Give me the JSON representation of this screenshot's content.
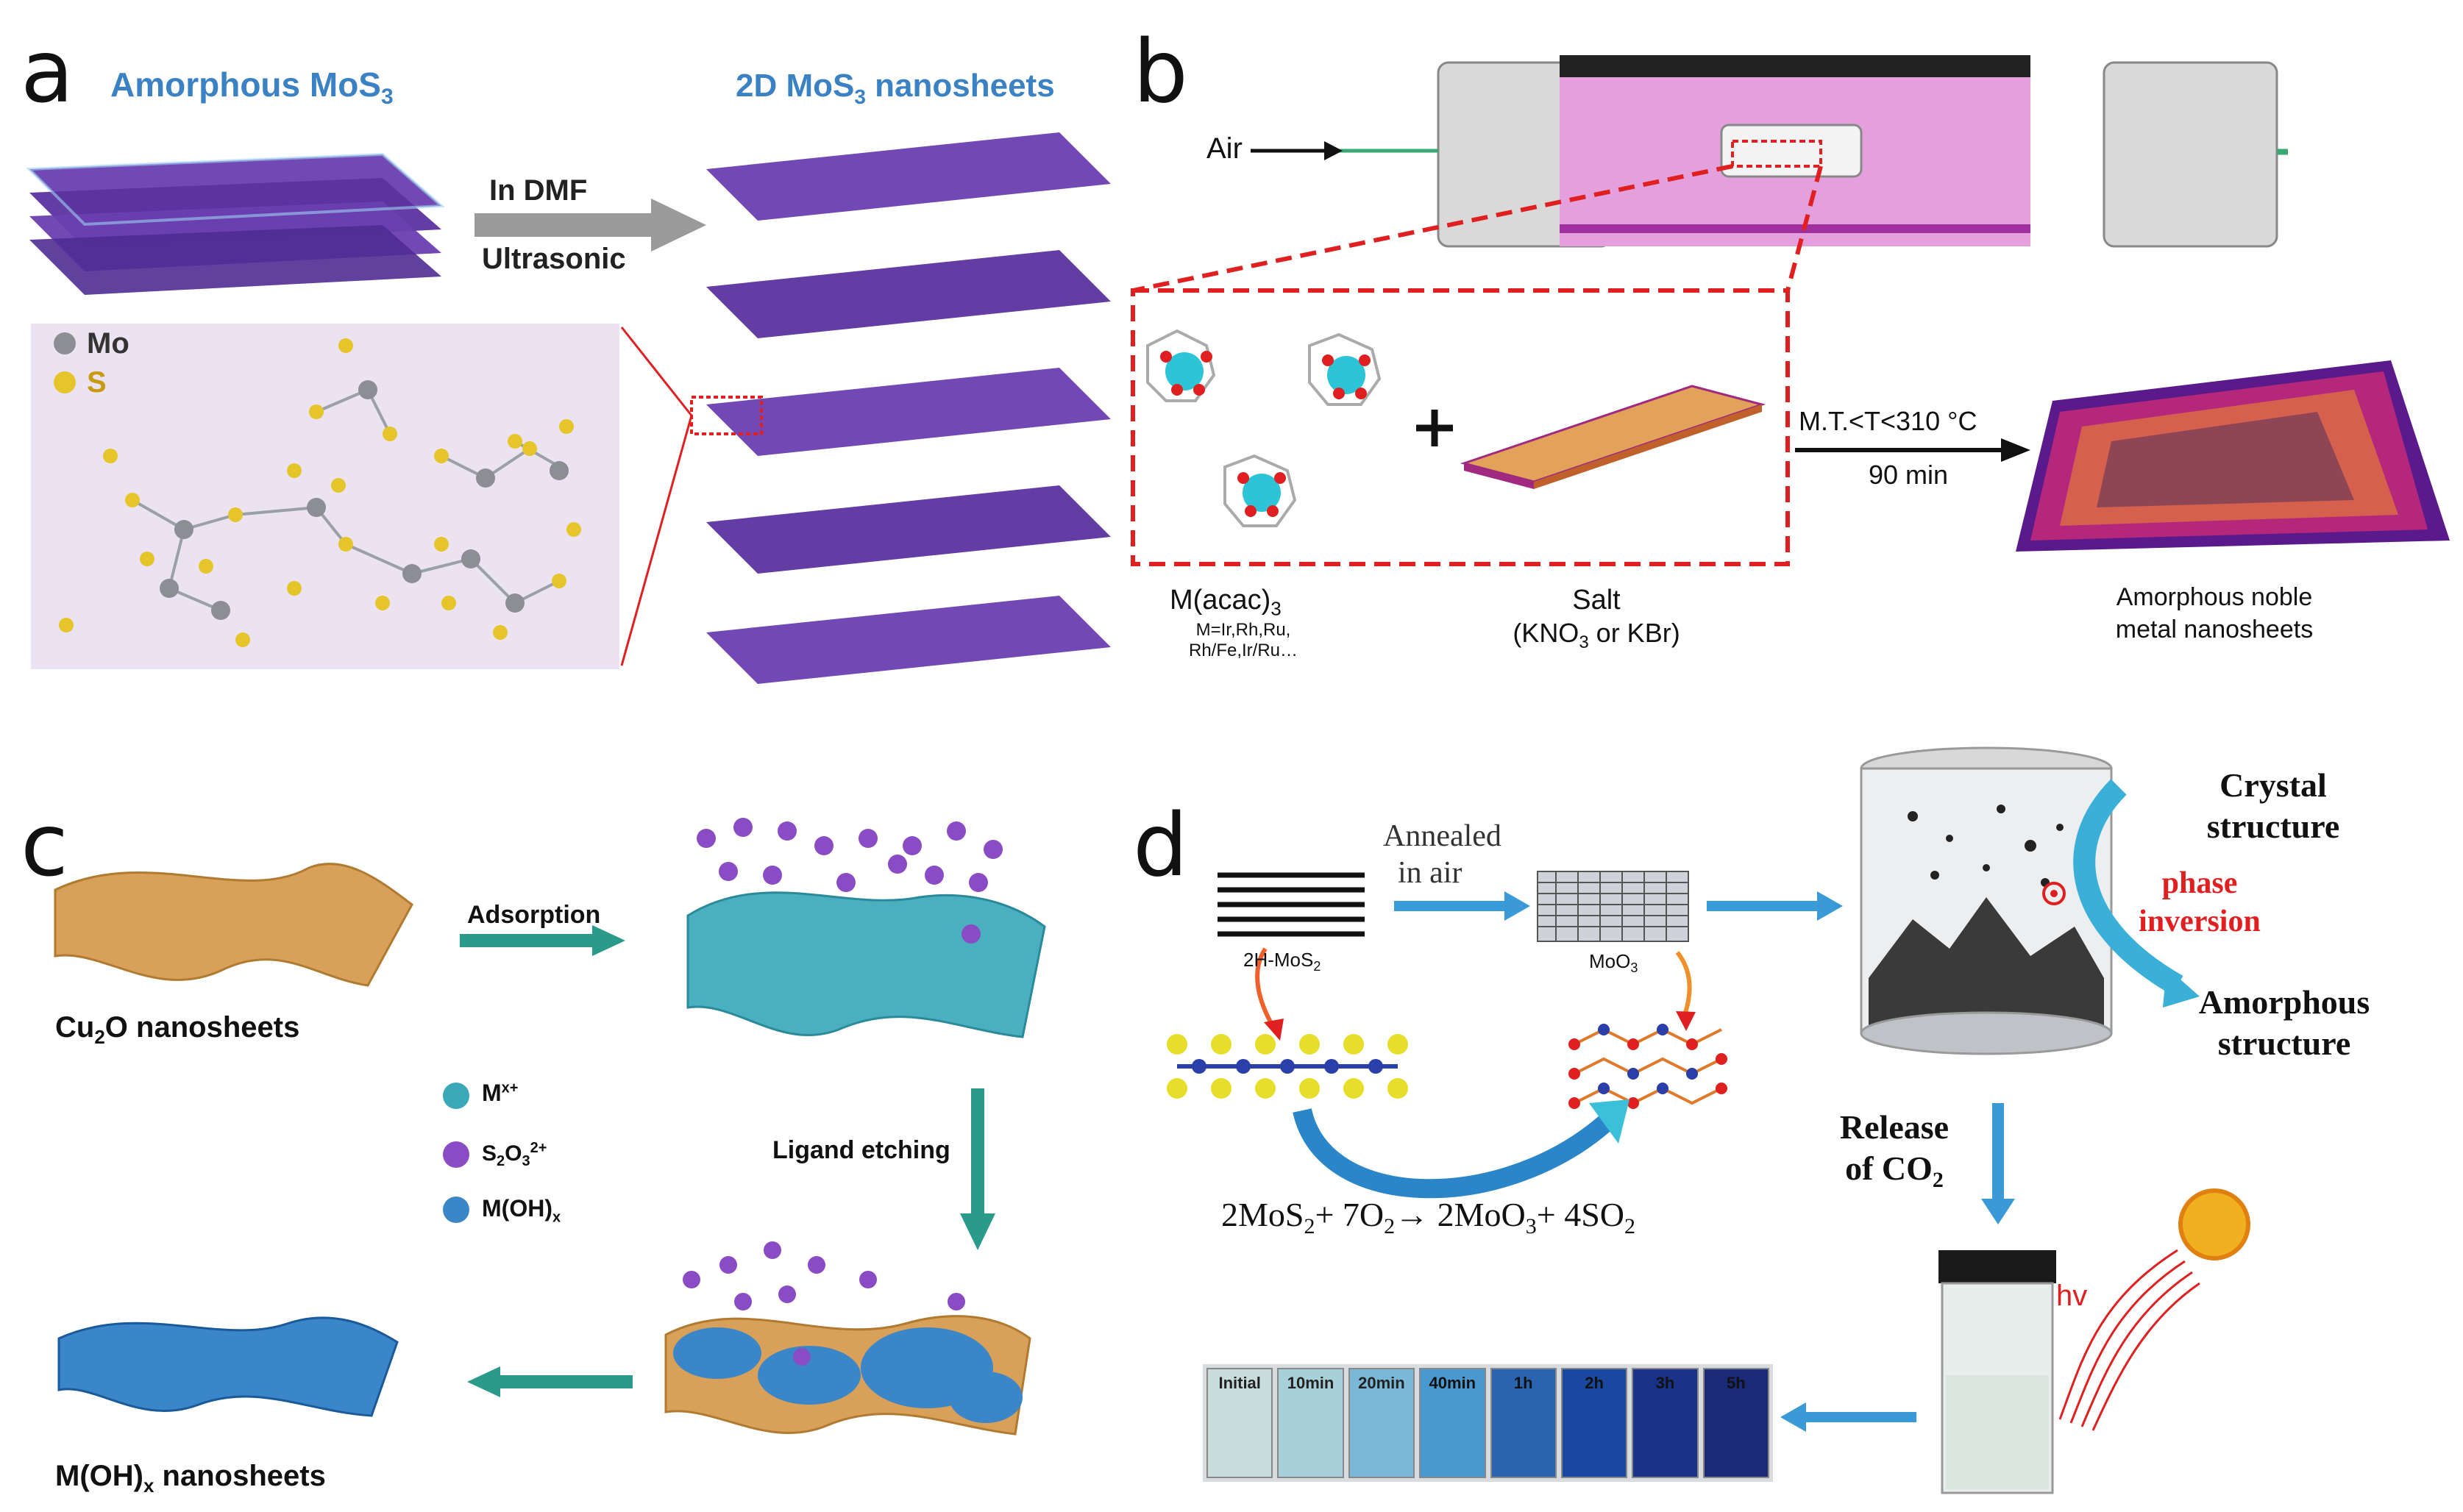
{
  "panels": {
    "a": {
      "letter": "a",
      "title_left": "Amorphous MoS",
      "title_left_sub": "3",
      "title_right_pre": "2D MoS",
      "title_right_sub": "3",
      "title_right_post": " nanosheets",
      "arrow_top": "In DMF",
      "arrow_bottom": "Ultrasonic",
      "legend_mo": "Mo",
      "legend_s": "S",
      "colors": {
        "sheet": "#6a3fb0",
        "mo": "#8d8d94",
        "s": "#e6c52a",
        "box": "#ece3f2"
      }
    },
    "b": {
      "letter": "b",
      "air": "Air",
      "condition": "M.T.<T<310 °C",
      "time": "90 min",
      "precursor": "M(acac)",
      "precursor_sub": "3",
      "precursor_note_1": "M=Ir,Rh,Ru,",
      "precursor_note_2": "Rh/Fe,Ir/Ru…",
      "salt": "Salt",
      "salt_detail_pre": "(KNO",
      "salt_detail_sub": "3",
      "salt_detail_post": " or KBr)",
      "product_1": "Amorphous noble",
      "product_2": "metal nanosheets",
      "colors": {
        "tube": "#d98bd4",
        "dashed": "#e02020",
        "metal": "#2ec4d8"
      }
    },
    "c": {
      "letter": "c",
      "step1": "Adsorption",
      "step2": "Ligand etching",
      "start_pre": "Cu",
      "start_sub": "2",
      "start_post": "O nanosheets",
      "end_pre": "M(OH)",
      "end_sub": "x",
      "end_post": " nanosheets",
      "legend_1_pre": "M",
      "legend_1_sup": "x+",
      "legend_2_pre": "S",
      "legend_2_sub1": "2",
      "legend_2_mid": "O",
      "legend_2_sub2": "3",
      "legend_2_sup": "2+",
      "legend_3_pre": "M(OH)",
      "legend_3_sub": "x",
      "colors": {
        "sheet": "#d8a058",
        "teal": "#3aa8b8",
        "purple": "#8a4cc4",
        "blue": "#3a86c8",
        "arrow": "#2a9a8a"
      }
    },
    "d": {
      "letter": "d",
      "anneal_1": "Annealed",
      "anneal_2": "in air",
      "mos2_pre": "2H-MoS",
      "mos2_sub": "2",
      "moo3_pre": "MoO",
      "moo3_sub": "3",
      "crystal_1": "Crystal",
      "crystal_2": "structure",
      "phase_1": "phase",
      "phase_2": "inversion",
      "amorph_1": "Amorphous",
      "amorph_2": "structure",
      "release_1": "Release",
      "release_2_pre": "of CO",
      "release_2_sub": "2",
      "eq_1": "2MoS",
      "eq_1s": "2",
      "eq_2": "+ 7O",
      "eq_2s": "2",
      "eq_3": "→ 2MoO",
      "eq_3s": "3",
      "eq_4": "+ 4SO",
      "eq_4s": "2",
      "hv": "hv",
      "vials": [
        "Initial",
        "10min",
        "20min",
        "40min",
        "1h",
        "2h",
        "3h",
        "5h"
      ],
      "colors": {
        "arrow": "#3a9ad8",
        "red": "#e02020",
        "vial_1": "#b9d6d8",
        "vial_8": "#1a2a78"
      }
    }
  }
}
